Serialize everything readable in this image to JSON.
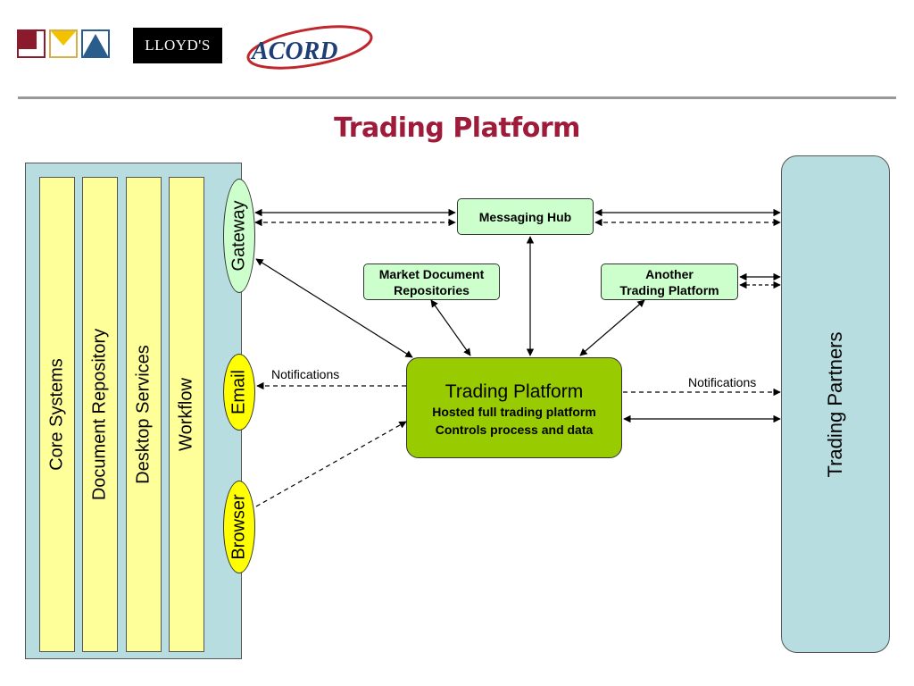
{
  "header": {
    "lloyds_logo": "LLOYD'S",
    "acord_logo": "ACORD",
    "title": "Trading Platform"
  },
  "left_panel": {
    "columns": [
      "Core Systems",
      "Document Repository",
      "Desktop Services",
      "Workflow"
    ],
    "ovals": {
      "gateway": "Gateway",
      "email": "Email",
      "browser": "Browser"
    }
  },
  "nodes": {
    "messaging_hub": "Messaging Hub",
    "market_docs": [
      "Market Document",
      "Repositories"
    ],
    "another_platform": [
      "Another",
      "Trading Platform"
    ],
    "trading_platform": {
      "title": "Trading Platform",
      "line1": "Hosted full trading platform",
      "line2": "Controls process and data"
    },
    "trading_partners": "Trading Partners"
  },
  "labels": {
    "notifications_left": "Notifications",
    "notifications_right": "Notifications"
  },
  "colors": {
    "title": "#9e1b3a",
    "panel": "#b7dde0",
    "column": "#ffff99",
    "oval_green": "#ccffcc",
    "oval_yellow": "#ffff00",
    "box_green": "#ccffcc",
    "platform": "#99cc00"
  }
}
